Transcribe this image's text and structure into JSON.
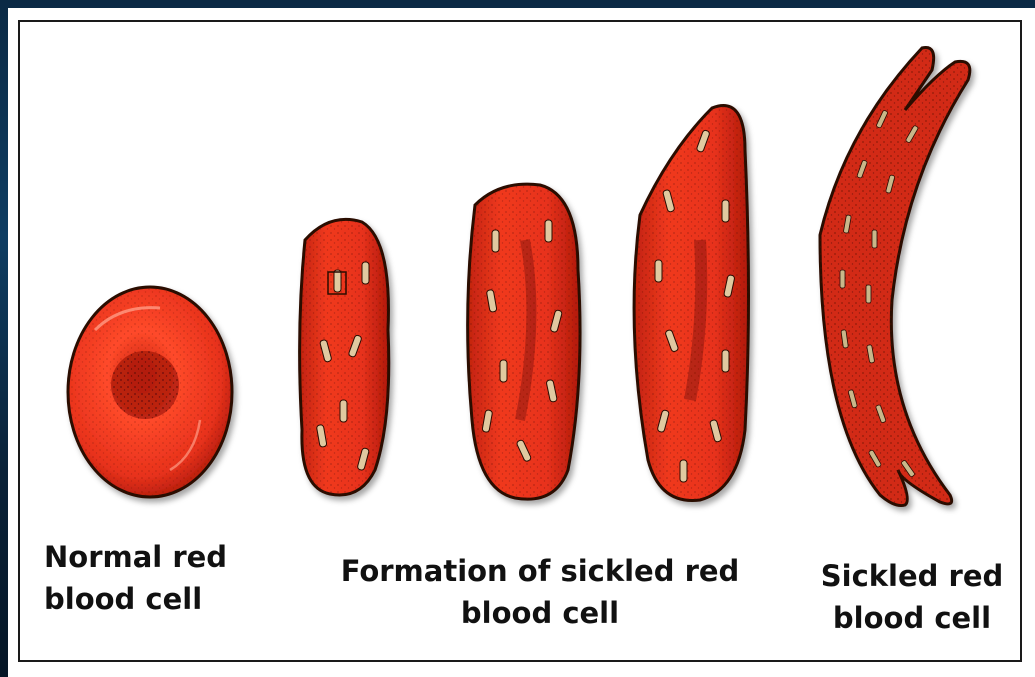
{
  "labels": {
    "normal": {
      "line1": "Normal red",
      "line2": "blood cell"
    },
    "formation": {
      "line1": "Formation of sickled red",
      "line2": "blood cell"
    },
    "sickled": {
      "line1": "Sickled red",
      "line2": "blood cell"
    }
  },
  "colors": {
    "cell_fill": "#e8321c",
    "cell_dark": "#b41c0c",
    "outline": "#2a0a04",
    "strand": "#e0c9a0"
  }
}
